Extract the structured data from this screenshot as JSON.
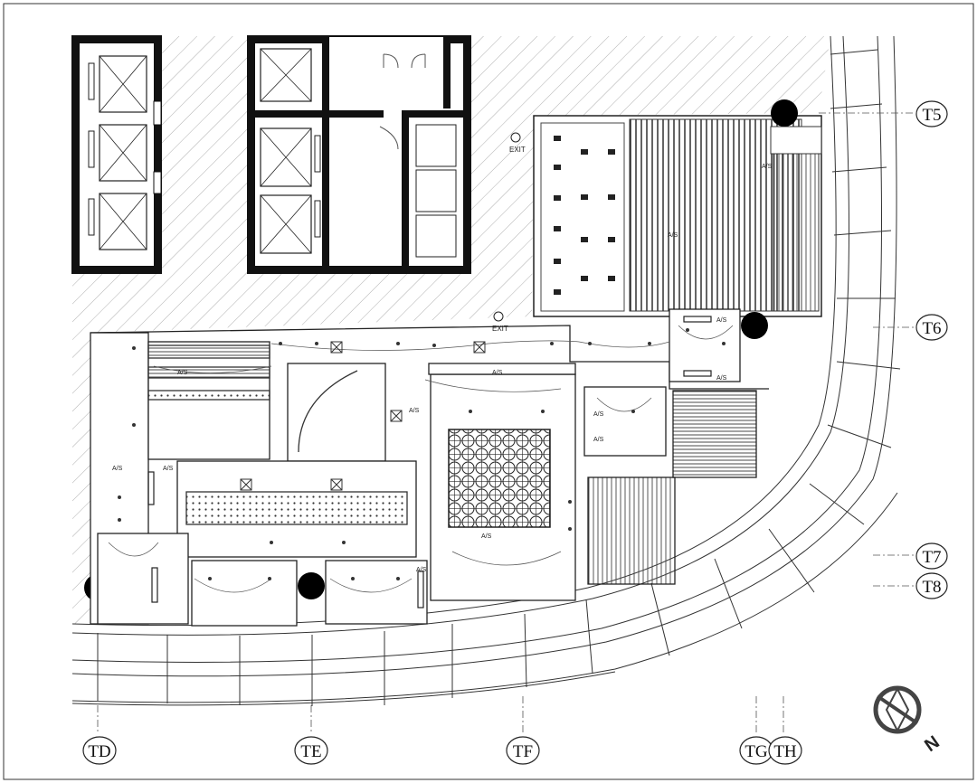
{
  "grid_labels": {
    "row": [
      "T5",
      "T6",
      "T7",
      "T8"
    ],
    "col": [
      "TD",
      "TE",
      "TF",
      "TG",
      "TH"
    ]
  },
  "exit_labels": [
    "EXIT",
    "EXIT"
  ],
  "north_label": "N",
  "room_tags": [
    "A/S",
    "A/S",
    "A/S",
    "A/S",
    "A/S",
    "A/S",
    "A/S",
    "A/S",
    "A/S",
    "A/S",
    "A/S",
    "A/S",
    "A/S"
  ]
}
